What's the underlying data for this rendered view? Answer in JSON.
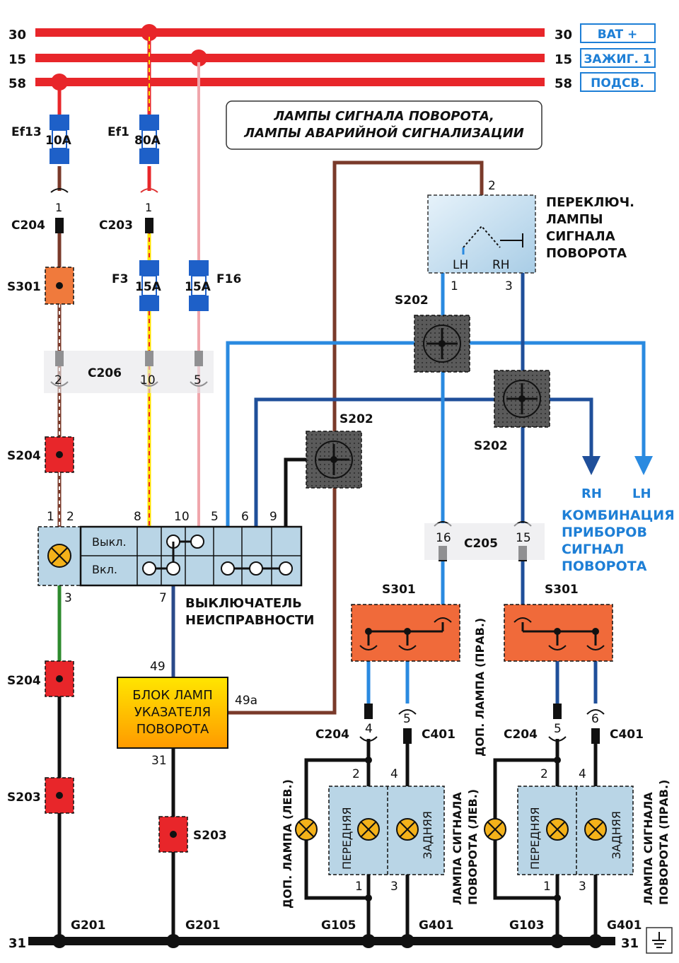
{
  "title": {
    "line1": "ЛАМПЫ СИГНАЛА ПОВОРОТА,",
    "line2": "ЛАМПЫ АВАРИЙНОЙ СИГНАЛИЗАЦИИ"
  },
  "power_lines": [
    {
      "num": "30",
      "tag": "BAT +"
    },
    {
      "num": "15",
      "tag": "ЗАЖИГ. 1"
    },
    {
      "num": "58",
      "tag": "ПОДСВ."
    }
  ],
  "ground": {
    "num": "31"
  },
  "fuses": {
    "ef13": {
      "name": "Ef13",
      "rating": "10A"
    },
    "ef1": {
      "name": "Ef1",
      "rating": "80A"
    },
    "f3": {
      "name": "F3",
      "rating": "15A"
    },
    "f16": {
      "name": "F16",
      "rating": "15A"
    }
  },
  "connectors": {
    "c204_left": "C204",
    "c203": "C203",
    "c206": "C206",
    "c205": "C205",
    "c204_a": "C204",
    "c401_a": "C401",
    "c204_b": "C204",
    "c401_b": "C401"
  },
  "splices": {
    "s301_left": "S301",
    "s204_top": "S204",
    "s204_bottom": "S204",
    "s203_left": "S203",
    "s203_mid": "S203",
    "s202_top": "S202",
    "s202_mid": "S202",
    "s202_right": "S202",
    "s301_a": "S301",
    "s301_b": "S301"
  },
  "grounds": {
    "g201_a": "G201",
    "g201_b": "G201",
    "g105": "G105",
    "g401_a": "G401",
    "g103": "G103",
    "g401_b": "G401"
  },
  "switch": {
    "label1": "ПЕРЕКЛЮЧ.",
    "label2": "ЛАМПЫ",
    "label3": "СИГНАЛА",
    "label4": "ПОВОРОТА",
    "lh": "LH",
    "rh": "RH"
  },
  "hazard": {
    "off": "Выкл.",
    "on": "Вкл.",
    "label1": "ВЫКЛЮЧАТЕЛЬ",
    "label2": "НЕИСПРАВНОСТИ"
  },
  "flasher": {
    "line1": "БЛОК ЛАМП",
    "line2": "УКАЗАТЕЛЯ",
    "line3": "ПОВОРОТА"
  },
  "cluster": {
    "rh": "RH",
    "lh": "LH",
    "line1": "КОМБИНАЦИЯ",
    "line2": "ПРИБОРОВ",
    "line3": "СИГНАЛ",
    "line4": "ПОВОРОТА"
  },
  "lamps": {
    "front": "ПЕРЕДНЯЯ",
    "rear": "ЗАДНЯЯ",
    "extra_left": "ДОП. ЛАМПА (ЛЕВ.)",
    "extra_right": "ДОП. ЛАМПА (ПРАВ.)",
    "signal_left1": "ЛАМПА СИГНАЛА",
    "signal_left2": "ПОВОРОТА (ЛЕВ.)",
    "signal_right1": "ЛАМПА СИГНАЛА",
    "signal_right2": "ПОВОРОТА (ПРАВ.)"
  },
  "pins": {
    "p1a": "1",
    "p1b": "1",
    "p2a": "2",
    "p10": "10",
    "p5a": "5",
    "sw2": "2",
    "sw1": "1",
    "sw3": "3",
    "h1": "1",
    "h2": "2",
    "h8": "8",
    "h10": "10",
    "h5": "5",
    "h6": "6",
    "h9": "9",
    "h3": "3",
    "h7": "7",
    "f49": "49",
    "f49a": "49a",
    "f31": "31",
    "c205_16": "16",
    "c205_15": "15",
    "l4a": "4",
    "l5a": "5",
    "l5b": "5",
    "l6b": "6",
    "lp2a": "2",
    "lp4a": "4",
    "lp1a": "1",
    "lp3a": "3",
    "lp2b": "2",
    "lp4b": "4",
    "lp1b": "1",
    "lp3b": "3"
  }
}
